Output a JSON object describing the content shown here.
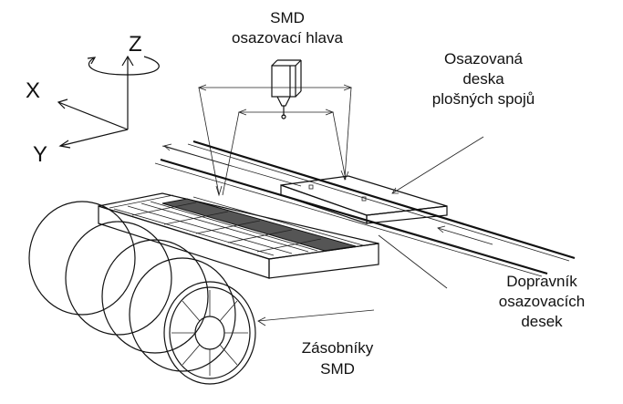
{
  "labels": {
    "head_line1": "SMD",
    "head_line2": "osazovací hlava",
    "board_line1": "Osazovaná",
    "board_line2": "deska",
    "board_line3": "plošných spojů",
    "conveyor_line1": "Dopravník",
    "conveyor_line2": "osazovacích",
    "conveyor_line3": "desek",
    "feeders_line1": "Zásobníky",
    "feeders_line2": "SMD"
  },
  "axes": {
    "x": "X",
    "y": "Y",
    "z": "Z"
  },
  "colors": {
    "ink": "#111111",
    "tape_fill": "#555555",
    "background": "#ffffff"
  }
}
